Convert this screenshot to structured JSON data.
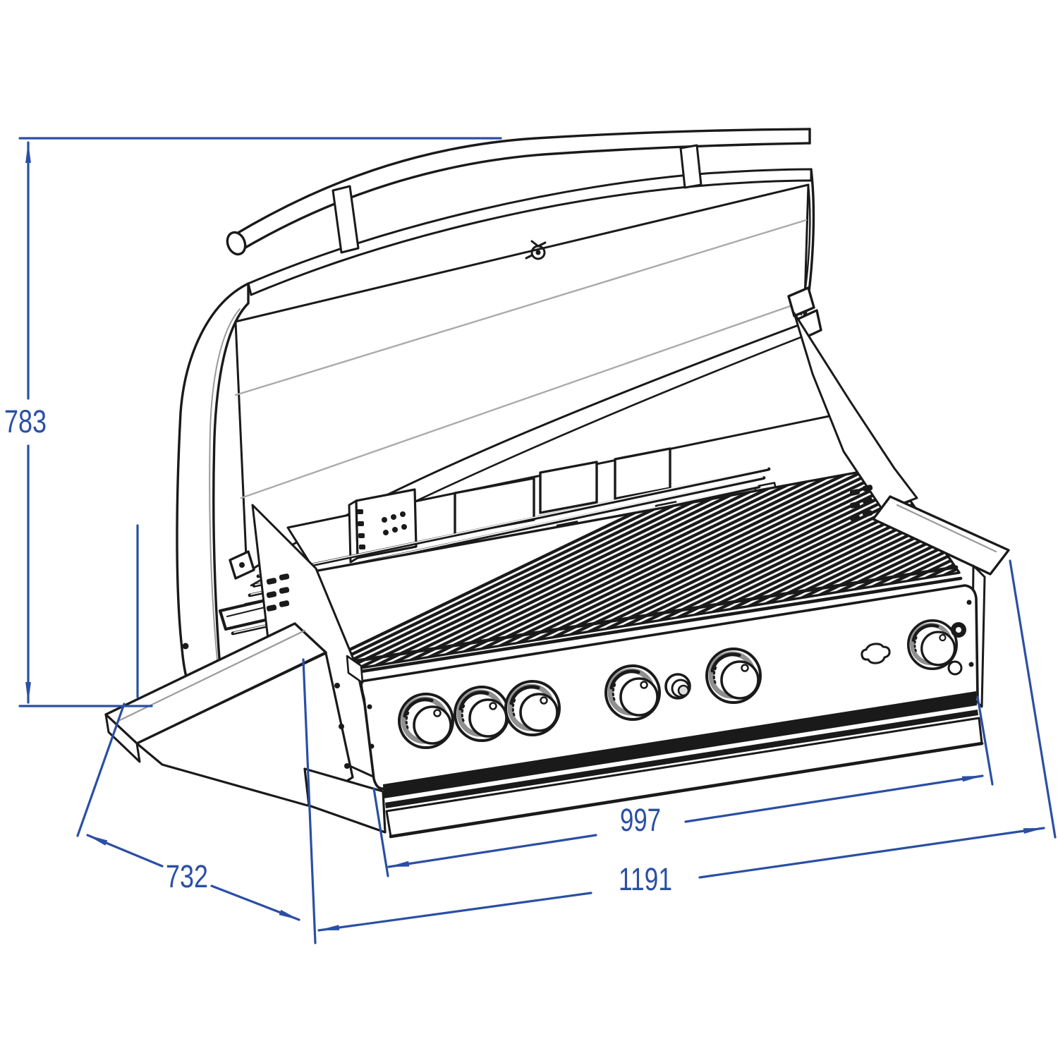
{
  "diagram": {
    "type": "technical-dimension-drawing",
    "subject": "Built-in gas barbecue grill with open hood, isometric line drawing",
    "units_implied": "mm",
    "dimensions": {
      "height": {
        "value": "783",
        "placement": "left-vertical"
      },
      "depth": {
        "value": "732",
        "placement": "bottom-left-diagonal"
      },
      "cutout_width": {
        "value": "997",
        "placement": "bottom-right-upper-diagonal"
      },
      "overall_width": {
        "value": "1191",
        "placement": "bottom-right-lower-diagonal"
      }
    },
    "style": {
      "dimension_color": "#2a4fa4",
      "line_color": "#1a1a1a",
      "shade_color": "#9a9a9a",
      "background": "#ffffff"
    },
    "features": {
      "control_knobs": 6,
      "ignition_button": 1,
      "hood_open": true,
      "warming_rack": true,
      "built_in_flanges": 2
    }
  }
}
